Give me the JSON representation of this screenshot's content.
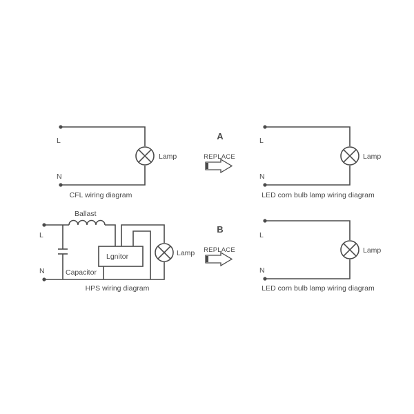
{
  "section_a": {
    "letter": "A",
    "replace_label": "REPLACE",
    "left": {
      "line_label": "L",
      "neutral_label": "N",
      "lamp_label": "Lamp",
      "caption": "CFL wiring diagram"
    },
    "right": {
      "line_label": "L",
      "neutral_label": "N",
      "lamp_label": "Lamp",
      "caption": "LED corn bulb lamp wiring diagram"
    }
  },
  "section_b": {
    "letter": "B",
    "replace_label": "REPLACE",
    "left": {
      "line_label": "L",
      "neutral_label": "N",
      "lamp_label": "Lamp",
      "ballast_label": "Ballast",
      "ignitor_label": "Lgnitor",
      "capacitor_label": "Capacitor",
      "caption": "HPS wiring diagram"
    },
    "right": {
      "line_label": "L",
      "neutral_label": "N",
      "lamp_label": "Lamp",
      "caption": "LED corn bulb lamp wiring diagram"
    }
  }
}
